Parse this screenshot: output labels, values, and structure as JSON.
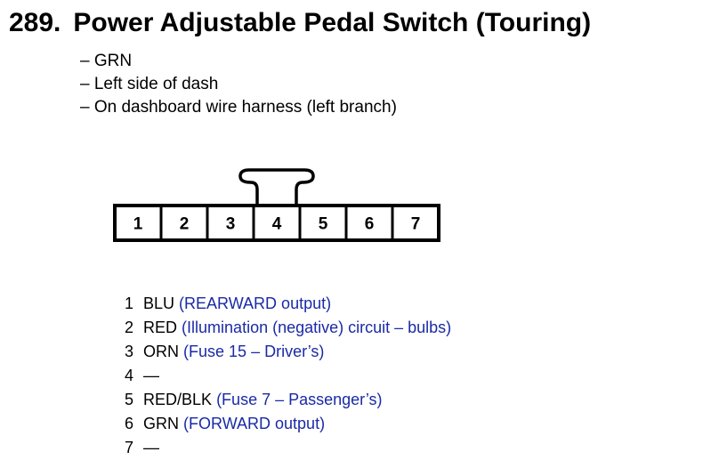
{
  "title": {
    "number": "289.",
    "text": "Power Adjustable Pedal Switch (Touring)"
  },
  "notes": [
    "– GRN",
    "– Left side of dash",
    "– On dashboard wire harness (left branch)"
  ],
  "connector": {
    "cavities": [
      "1",
      "2",
      "3",
      "4",
      "5",
      "6",
      "7"
    ]
  },
  "pins": [
    {
      "num": "1",
      "wire": "BLU",
      "desc": "(REARWARD output)"
    },
    {
      "num": "2",
      "wire": "RED",
      "desc": "(Illumination (negative) circuit – bulbs)"
    },
    {
      "num": "3",
      "wire": "ORN",
      "desc": "(Fuse 15 – Driver’s)"
    },
    {
      "num": "4",
      "wire": "—",
      "desc": ""
    },
    {
      "num": "5",
      "wire": "RED/BLK",
      "desc": "(Fuse 7 – Passenger’s)"
    },
    {
      "num": "6",
      "wire": "GRN",
      "desc": "(FORWARD output)"
    },
    {
      "num": "7",
      "wire": "—",
      "desc": ""
    }
  ],
  "colors": {
    "text": "#000000",
    "description": "#1a2aa6"
  }
}
